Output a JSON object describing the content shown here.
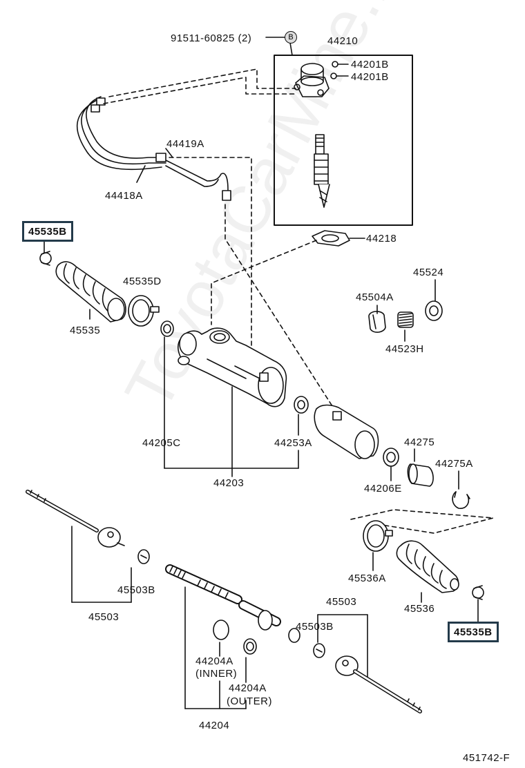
{
  "diagram": {
    "watermark": "ToyotaCarMine.ru",
    "figure_id": "451742-F",
    "callout_b": "B",
    "labels": {
      "l_91511": "91511-60825 (2)",
      "l_44210": "44210",
      "l_44201b_1": "44201B",
      "l_44201b_2": "44201B",
      "l_44419a": "44419A",
      "l_44418a": "44418A",
      "l_45535b_top": "45535B",
      "l_44218": "44218",
      "l_45535d": "45535D",
      "l_45535": "45535",
      "l_45524": "45524",
      "l_45504a": "45504A",
      "l_44523h": "44523H",
      "l_44205c": "44205C",
      "l_44253a": "44253A",
      "l_44203": "44203",
      "l_44275": "44275",
      "l_44275a": "44275A",
      "l_44206e": "44206E",
      "l_45503b_left": "45503B",
      "l_45503_left": "45503",
      "l_45536a": "45536A",
      "l_45536": "45536",
      "l_45535b_bottom": "45535B",
      "l_45503_right": "45503",
      "l_45503b_right": "45503B",
      "l_44204a_inner": "44204A",
      "l_inner": "(INNER)",
      "l_44204a_outer": "44204A",
      "l_outer": "(OUTER)",
      "l_44204": "44204"
    }
  }
}
